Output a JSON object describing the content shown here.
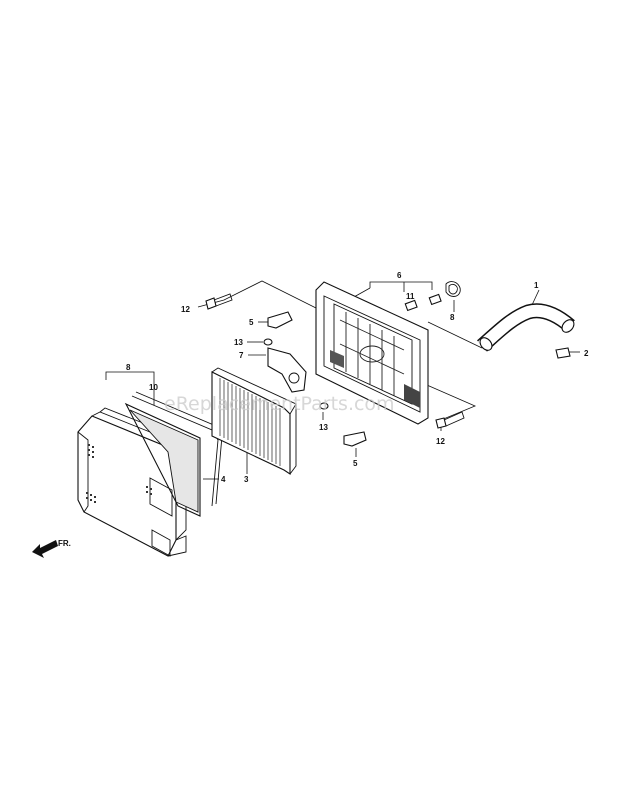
{
  "watermark": "eReplacementParts.com",
  "front_arrow_label": "FR.",
  "callouts": [
    {
      "id": "1",
      "part": "breather-tube"
    },
    {
      "id": "2",
      "part": "tube-clip"
    },
    {
      "id": "3",
      "part": "air-filter-element"
    },
    {
      "id": "4",
      "part": "foam-pre-filter"
    },
    {
      "id": "5",
      "part": "bracket-clip"
    },
    {
      "id": "5",
      "part": "bracket-clip"
    },
    {
      "id": "6",
      "part": "air-cleaner-case-set"
    },
    {
      "id": "7",
      "part": "mounting-bracket"
    },
    {
      "id": "8",
      "part": "case-cover-set"
    },
    {
      "id": "8",
      "part": "o-ring"
    },
    {
      "id": "10",
      "part": "cover-seal"
    },
    {
      "id": "11",
      "part": "dowel-pin"
    },
    {
      "id": "12",
      "part": "flange-bolt"
    },
    {
      "id": "12",
      "part": "flange-bolt"
    },
    {
      "id": "13",
      "part": "flange-nut"
    },
    {
      "id": "13",
      "part": "flange-nut"
    }
  ]
}
